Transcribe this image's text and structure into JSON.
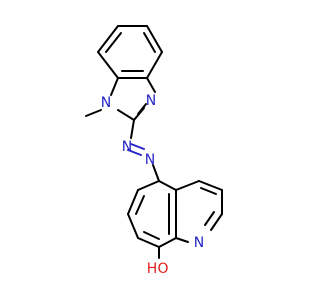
{
  "molecule": {
    "atom_labels": {
      "n_methyl": "N",
      "n_imine": "N",
      "n_azo_1": "N",
      "n_azo_2": "N",
      "n_quinoline": "N",
      "hydroxyl": "H",
      "hydroxyl_o": "O"
    },
    "colors": {
      "bond": "#000000",
      "nitrogen": "#2424c8",
      "oxygen": "#e02020",
      "background": "#ffffff"
    }
  }
}
